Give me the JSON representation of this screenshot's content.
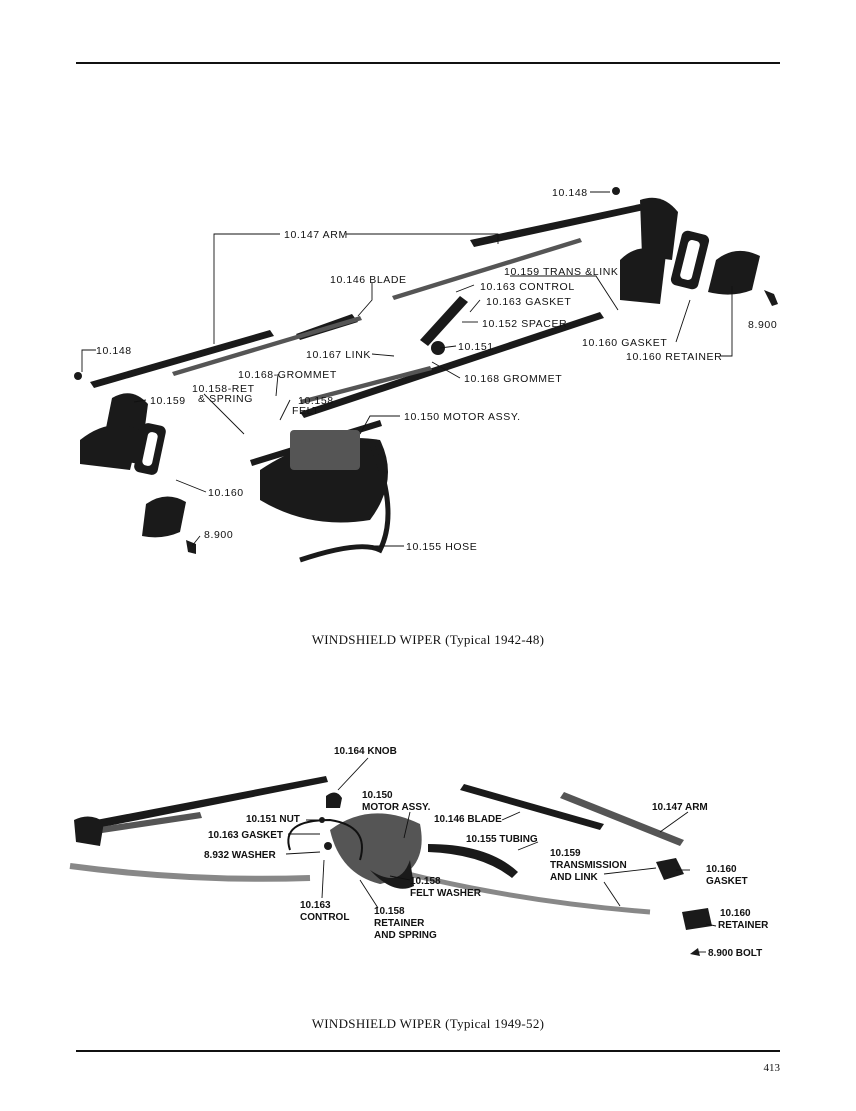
{
  "figure1": {
    "caption": "WINDSHIELD WIPER (Typical 1942-48)",
    "labels": {
      "l1": "10.148",
      "l2": "10.147 ARM",
      "l3": "10.146 BLADE",
      "l4": "10.159 TRANS &LINK",
      "l5": "10.163 CONTROL",
      "l6": "10.163 GASKET",
      "l7": "10.152 SPACER",
      "l8": "8.900",
      "l9": "10.148",
      "l10": "10.151",
      "l11": "10.160 GASKET",
      "l12": "10.160 RETAINER",
      "l13": "10.167 LINK",
      "l14": "10.168-GROMMET",
      "l15": "10.168 GROMMET",
      "l16": "10.158-RET",
      "l17": "& SPRING",
      "l18": "10.159",
      "l19": "10.158",
      "l20": "FELT",
      "l21": "10.150 MOTOR ASSY.",
      "l22": "10.160",
      "l23": "8.900",
      "l24": "10.155 HOSE"
    }
  },
  "figure2": {
    "caption": "WINDSHIELD WIPER (Typical 1949-52)",
    "labels": {
      "m1": "10.164 KNOB",
      "m2": "10.150",
      "m3": "MOTOR ASSY.",
      "m4": "10.151 NUT",
      "m5": "10.163 GASKET",
      "m6": "8.932 WASHER",
      "m7": "10.146 BLADE",
      "m8": "10.147 ARM",
      "m9": "10.155 TUBING",
      "m10": "10.159",
      "m11": "TRANSMISSION",
      "m12": "AND LINK",
      "m13": "10.160",
      "m14": "GASKET",
      "m15": "10.158",
      "m16": "FELT WASHER",
      "m17": "10.163",
      "m18": "CONTROL",
      "m19": "10.158",
      "m20": "RETAINER",
      "m21": "AND SPRING",
      "m22": "10.160",
      "m23": "RETAINER",
      "m24": "8.900 BOLT"
    }
  },
  "page_number": "413"
}
